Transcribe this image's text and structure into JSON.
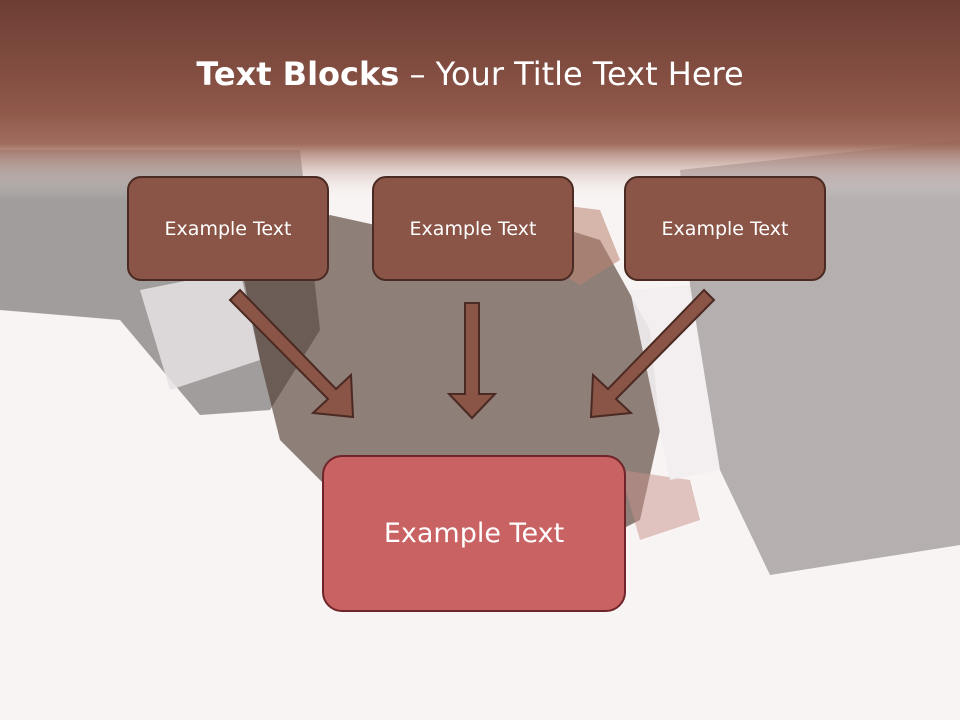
{
  "title": {
    "bold": "Text Blocks",
    "rest": " – Your Title Text Here"
  },
  "blocks": {
    "left": "Example Text",
    "center": "Example Text",
    "right": "Example Text",
    "bottom": "Example Text"
  },
  "colors": {
    "header": "#8a5446",
    "top_box_fill": "#8a5446",
    "top_box_border": "#4a2a22",
    "bottom_box_fill": "#c96263",
    "bottom_box_border": "#6e2428",
    "arrow_fill": "#8a5446",
    "arrow_stroke": "#4a2a22"
  },
  "background_image": "handshake-photo"
}
